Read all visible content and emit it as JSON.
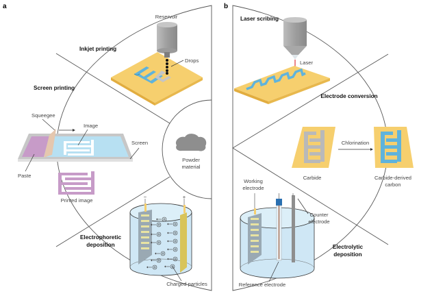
{
  "figure": {
    "panels": [
      {
        "letter": "a",
        "center_label": {
          "line1": "Powder",
          "line2": "material"
        },
        "sections": [
          {
            "title": "Inkjet printing",
            "labels": {
              "reservoir": "Reservoir",
              "drops": "Drops"
            }
          },
          {
            "title": "Screen printing",
            "labels": {
              "squeegee": "Squeegee",
              "image": "Image",
              "screen": "Screen",
              "paste": "Paste",
              "printed_image": "Printed image"
            }
          },
          {
            "title_line1": "Electrophoretic",
            "title_line2": "deposition",
            "labels": {
              "minus": "−",
              "plus": "+",
              "charged_particles": "Charged particles"
            }
          }
        ]
      },
      {
        "letter": "b",
        "sections": [
          {
            "title": "Laser scribing",
            "labels": {
              "laser": "Laser"
            }
          },
          {
            "title": "Electrode conversion",
            "labels": {
              "chlorination": "Chlorination",
              "carbide": "Carbide",
              "cdc_line1": "Carbide-derived",
              "cdc_line2": "carbon"
            }
          },
          {
            "title_line1": "Electrolytic",
            "title_line2": "deposition",
            "labels": {
              "working_line1": "Working",
              "working_line2": "electrode",
              "counter_line1": "Counter",
              "counter_line2": "electrode",
              "reference": "Reference electrode"
            }
          }
        ]
      }
    ],
    "colors": {
      "substrate": "#f6cf6e",
      "substrate_edge": "#e2ad3f",
      "electrode_blue": "#5fb3dc",
      "electrode_gray": "#b9b9b9",
      "paste_purple": "#c79bc8",
      "liquid": "#cfe7f5",
      "nozzle_gray": "#a9a9a9",
      "laser_red": "#e0323a",
      "powder_gray": "#8e8e8e",
      "squeegee": "#e5c7ae"
    }
  }
}
